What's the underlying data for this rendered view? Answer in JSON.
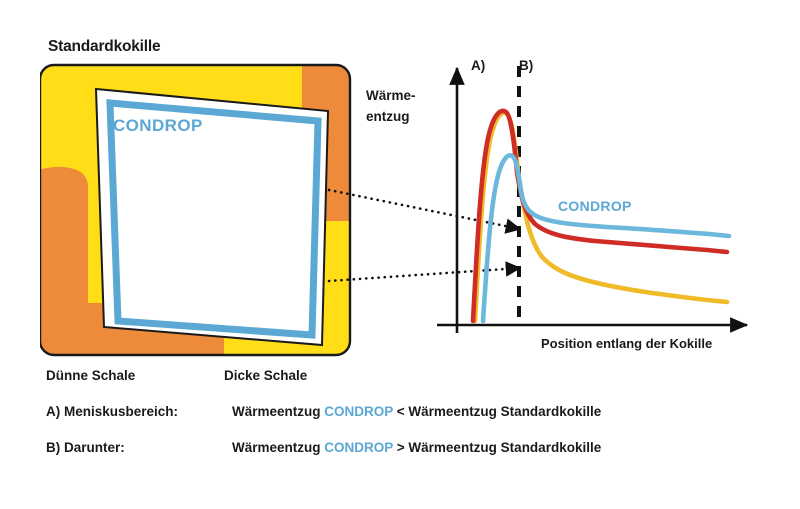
{
  "mold": {
    "title": "Standardkokille",
    "inner_label": "CONDROP",
    "label_thin_shell": "Dünne Schale",
    "label_thick_shell": "Dicke Schale",
    "colors": {
      "shell_yellow": "#FFDD17",
      "shell_orange": "#ED8B3A",
      "condrop_blue": "#5BA8D4",
      "outline": "#1a1a1a"
    }
  },
  "chart": {
    "y_axis_label_line1": "Wärme-",
    "y_axis_label_line2": "entzug",
    "x_axis_label": "Position entlang der Kokille",
    "marker_a": "A)",
    "marker_b": "B)",
    "series_label_condrop": "CONDROP",
    "colors": {
      "condrop": "#6CB8DC",
      "standard_red": "#D02C26",
      "standard_yellow": "#EFBB28",
      "divider": "#111111",
      "axis": "#111111"
    }
  },
  "chart_data": {
    "type": "line",
    "title": "",
    "xlabel": "Position entlang der Kokille",
    "ylabel": "Wärmeentzug",
    "xlim": [
      0,
      100
    ],
    "ylim": [
      0,
      100
    ],
    "grid": false,
    "legend": "inline-annotation",
    "annotations": [
      {
        "text": "A)",
        "x": 14,
        "y": 100,
        "meaning": "Meniskusbereich"
      },
      {
        "text": "B)",
        "x": 30,
        "y": 100,
        "meaning": "Darunter"
      },
      {
        "text": "CONDROP",
        "x": 44,
        "y": 46,
        "color": "#6CB8DC"
      }
    ],
    "vertical_divider_x": 24,
    "x": [
      4,
      6,
      8,
      10,
      12,
      14,
      16,
      18,
      20,
      22,
      24,
      27,
      30,
      35,
      42,
      50,
      60,
      72,
      85,
      97
    ],
    "series": [
      {
        "name": "CONDROP",
        "color": "#6CB8DC",
        "values": [
          2,
          12,
          34,
          54,
          62,
          63,
          60,
          54,
          48,
          44,
          42,
          40,
          38,
          36,
          34,
          32,
          31,
          30,
          28,
          26
        ]
      },
      {
        "name": "Standardkokille (rot)",
        "color": "#D02C26",
        "values": [
          2,
          30,
          62,
          82,
          90,
          92,
          88,
          74,
          55,
          46,
          40,
          34,
          31,
          29,
          28,
          27,
          26,
          25,
          24,
          23
        ]
      },
      {
        "name": "Standardkokille (gelb)",
        "color": "#EFBB28",
        "values": [
          2,
          30,
          62,
          82,
          89,
          91,
          86,
          70,
          50,
          38,
          30,
          23,
          19,
          16,
          14,
          13,
          12,
          11,
          10,
          9
        ]
      }
    ]
  },
  "connectors": [
    {
      "name": "connector-thick-shell",
      "from": "mold-right-edge-upper",
      "to": "chart-curve-upper"
    },
    {
      "name": "connector-thin-shell",
      "from": "mold-right-edge-lower",
      "to": "chart-curve-lower"
    }
  ],
  "legend": {
    "rows": [
      {
        "key": "A) Meniskusbereich:",
        "prefix": "Wärmeentzug ",
        "highlight": "CONDROP",
        "relation": " < ",
        "suffix": "Wärmeentzug Standardkokille"
      },
      {
        "key": "B) Darunter:",
        "prefix": "Wärmeentzug ",
        "highlight": "CONDROP",
        "relation": " > ",
        "suffix": "Wärmeentzug Standardkokille"
      }
    ]
  }
}
